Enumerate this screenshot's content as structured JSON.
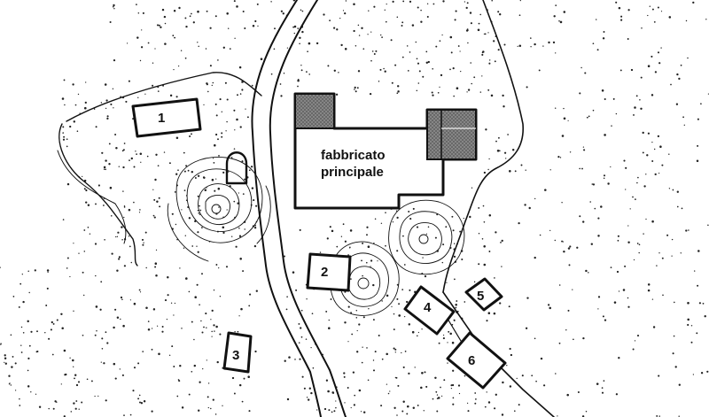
{
  "main_building": {
    "label_line1": "fabbricato",
    "label_line2": "principale"
  },
  "buildings": [
    "1",
    "2",
    "3",
    "4",
    "5",
    "6"
  ],
  "colors": {
    "ink": "#111111",
    "hatch": "#777777",
    "paper": "#ffffff"
  }
}
